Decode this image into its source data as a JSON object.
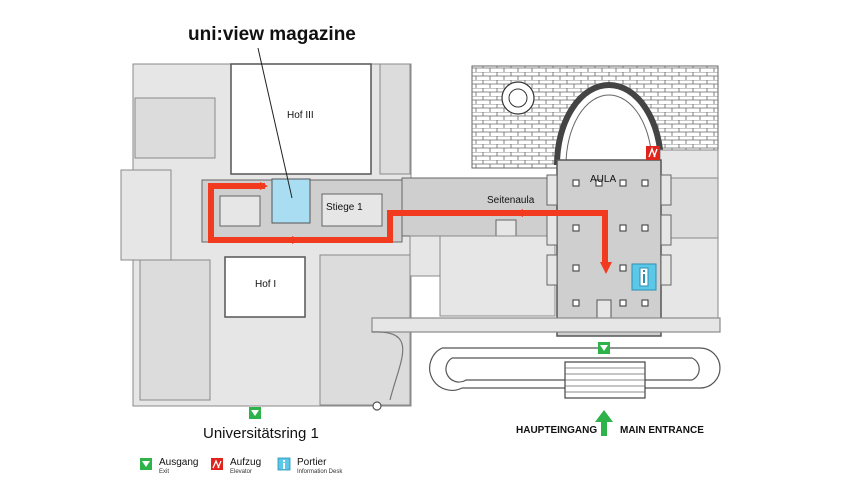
{
  "map": {
    "title": "uni:view magazine",
    "rooms": {
      "hof3": "Hof III",
      "hof1": "Hof I",
      "stiege": "Stiege 1",
      "seitenaula": "Seitenaula",
      "aula": "AULA"
    },
    "street": "Universitätsring 1",
    "entrance": {
      "de": "HAUPTEINGANG",
      "en": "MAIN ENTRANCE"
    }
  },
  "legend": [
    {
      "label": "Ausgang",
      "sublabel": "Exit",
      "icon": "exit-icon",
      "color": "#2db34a"
    },
    {
      "label": "Aufzug",
      "sublabel": "Elevator",
      "icon": "elevator-icon",
      "color": "#e0231b"
    },
    {
      "label": "Portier",
      "sublabel": "Information Desk",
      "icon": "info-icon",
      "color": "#5bc8e8"
    }
  ],
  "colors": {
    "route": "#f23a1e",
    "building": "#d4d4d4",
    "wall": "#7a7a7a",
    "highlight": "#a9def2",
    "exit": "#2db34a"
  }
}
